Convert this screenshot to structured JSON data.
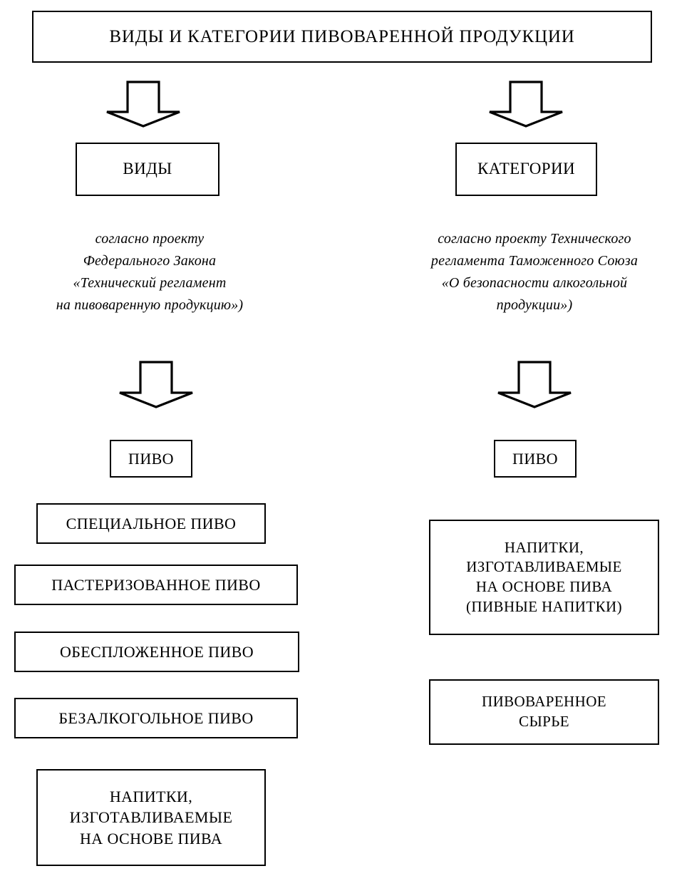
{
  "diagram": {
    "title": "ВИДЫ И КАТЕГОРИИ ПИВОВАРЕННОЙ ПРОДУКЦИИ",
    "columns": {
      "left": {
        "heading": "ВИДЫ",
        "note": "согласно проекту\nФедерального Закона\n«Технический регламент\nна пивоваренную продукцию»)",
        "root": "ПИВО",
        "items": [
          "СПЕЦИАЛЬНОЕ ПИВО",
          "ПАСТЕРИЗОВАННОЕ ПИВО",
          "ОБЕСПЛОЖЕННОЕ ПИВО",
          "БЕЗАЛКОГОЛЬНОЕ ПИВО",
          "НАПИТКИ,\nИЗГОТАВЛИВАЕМЫЕ\nНА ОСНОВЕ ПИВА"
        ]
      },
      "right": {
        "heading": "КАТЕГОРИИ",
        "note": "согласно проекту Технического\nрегламента Таможенного Союза\n«О безопасности алкогольной\nпродукции»)",
        "root": "ПИВО",
        "items": [
          "НАПИТКИ,\nИЗГОТАВЛИВАЕМЫЕ\nНА ОСНОВЕ ПИВА\n(ПИВНЫЕ НАПИТКИ)",
          "ПИВОВАРЕННОЕ\nСЫРЬЕ"
        ]
      }
    },
    "arrows": {
      "top_left": "down-arrow",
      "top_right": "down-arrow",
      "mid_left": "down-arrow",
      "mid_right": "down-arrow"
    },
    "colors": {
      "stroke": "#000000",
      "background": "#ffffff",
      "text": "#000000"
    }
  }
}
